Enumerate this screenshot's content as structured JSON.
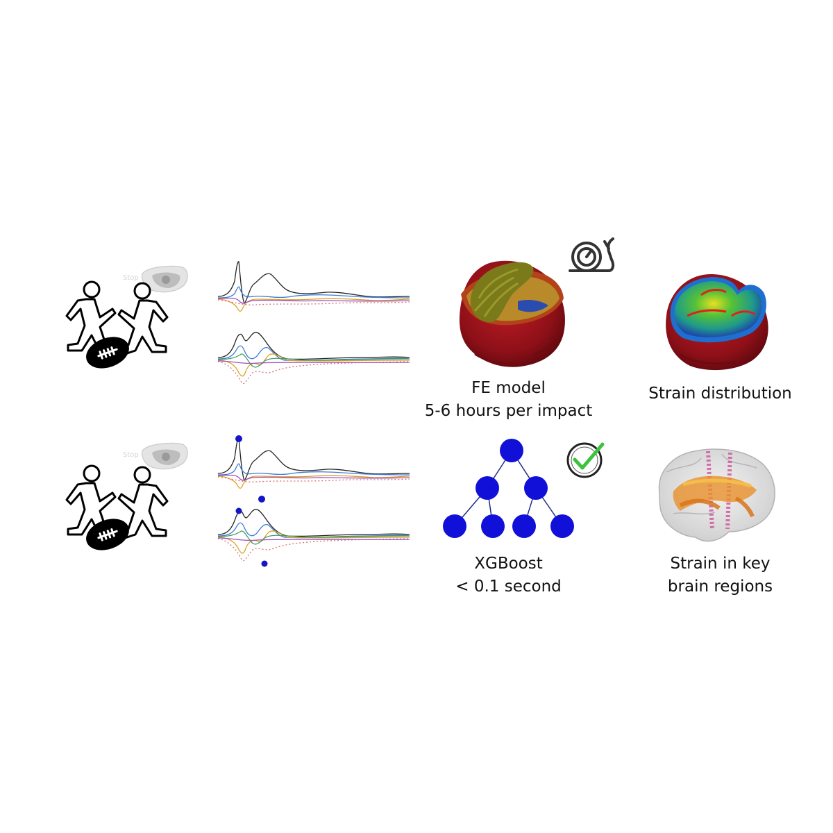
{
  "top_row": {
    "model_caption_line1": "FE model",
    "model_caption_line2": "5-6 hours per impact",
    "result_caption_line1": "Strain distribution"
  },
  "bottom_row": {
    "model_caption_line1": "XGBoost",
    "model_caption_line2": "< 0.1 second",
    "result_caption_line1": "Strain in key",
    "result_caption_line2": "brain regions"
  },
  "icons": {
    "players": "football-players-icon",
    "mouthguard": "mouthguard-sensor-icon",
    "snail": "snail-clock-icon",
    "check_clock": "clock-check-icon",
    "tree": "decision-tree-icon"
  },
  "colors": {
    "tree_node": "#1010d8",
    "check": "#3cc23c",
    "brain_red": "#a3141c",
    "cortex_olive": "#7a7a1a",
    "strain_orange": "#e8902a",
    "strain_pink": "#d05aa0"
  }
}
